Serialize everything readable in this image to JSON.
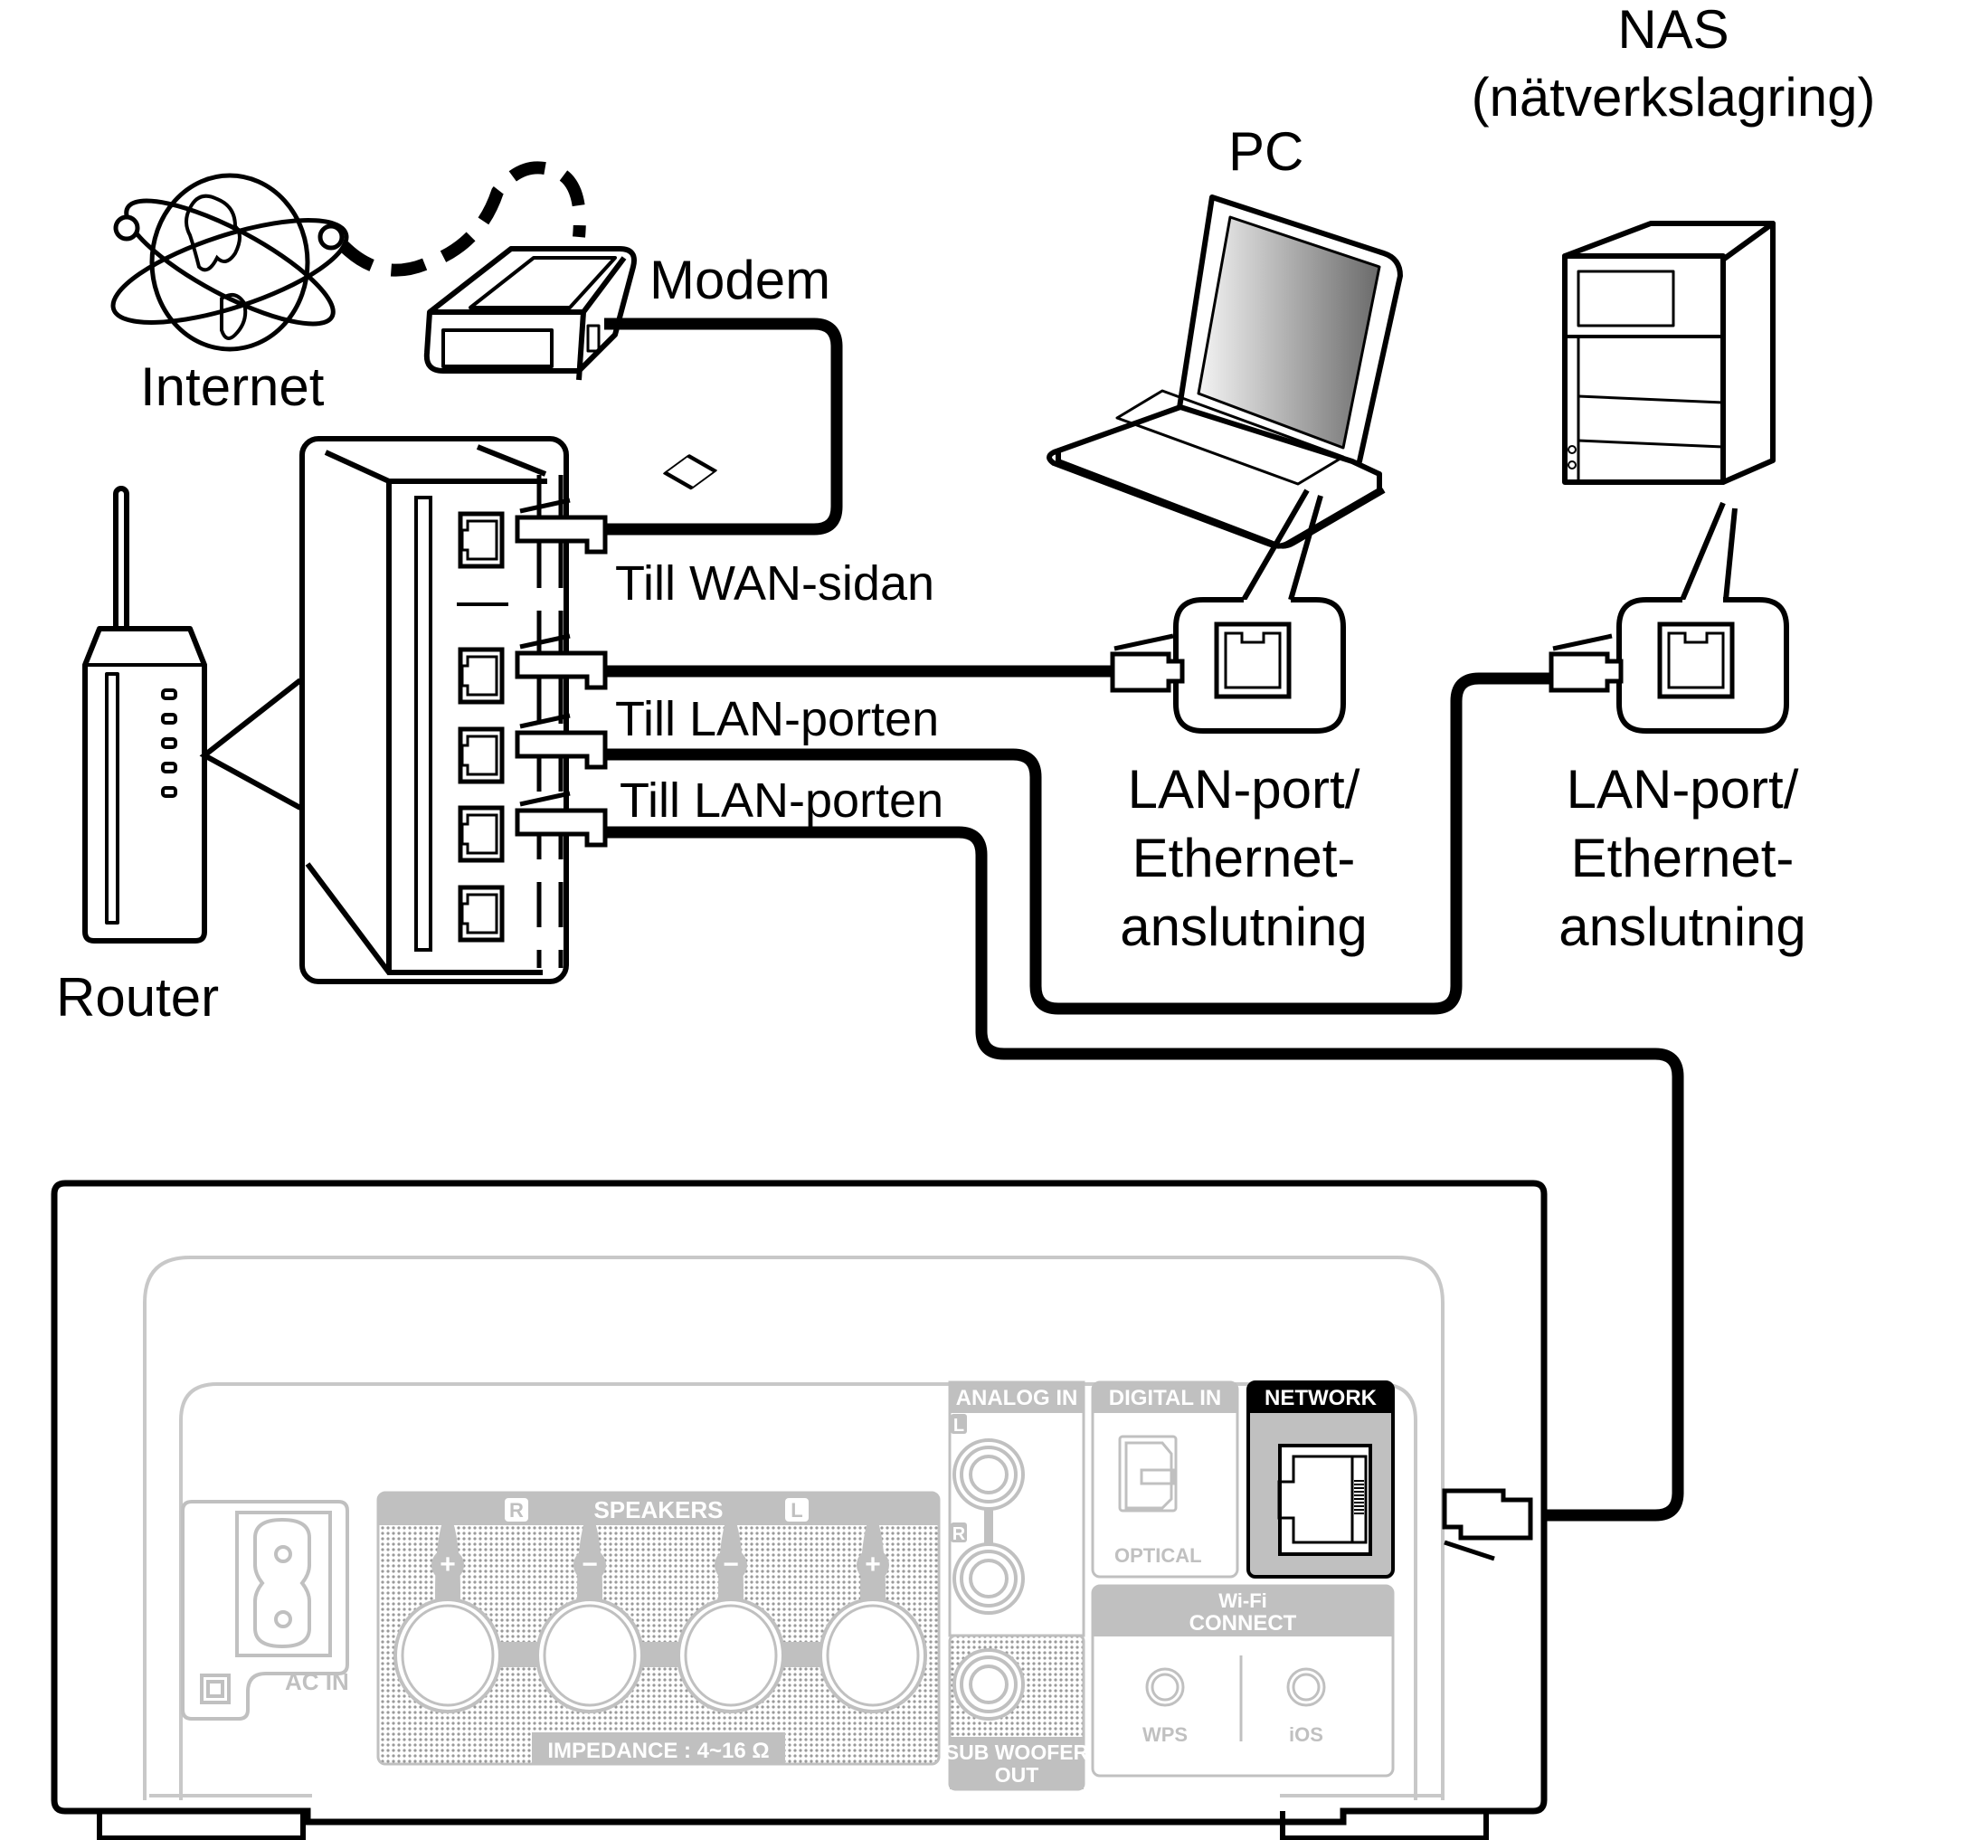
{
  "labels": {
    "internet": "Internet",
    "modem": "Modem",
    "router": "Router",
    "pc": "PC",
    "nas_line1": "NAS",
    "nas_line2": "(nätverkslagring)",
    "to_wan": "Till WAN-sidan",
    "to_lan_1": "Till LAN-porten",
    "to_lan_2": "Till LAN-porten",
    "pc_port": [
      "LAN-port/",
      "Ethernet-",
      "anslutning"
    ],
    "nas_port": [
      "LAN-port/",
      "Ethernet-",
      "anslutning"
    ]
  },
  "device_panel": {
    "ac_in": "AC IN",
    "speakers": "SPEAKERS",
    "speaker_r": "R",
    "speaker_l": "L",
    "terminals": [
      "+",
      "−",
      "−",
      "+"
    ],
    "impedance": "IMPEDANCE : 4~16 Ω",
    "analog_in": "ANALOG IN",
    "analog_l": "L",
    "analog_r": "R",
    "sub_woofer_1": "SUB WOOFER",
    "sub_woofer_2": "OUT",
    "digital_in": "DIGITAL IN",
    "optical": "OPTICAL",
    "network": "NETWORK",
    "wifi_1": "Wi-Fi",
    "wifi_2": "CONNECT",
    "wps": "WPS",
    "ios": "iOS"
  },
  "colors": {
    "line": "#000000",
    "panel_gray": "#c0c0c0",
    "network_highlight": "#c0c0c0"
  }
}
